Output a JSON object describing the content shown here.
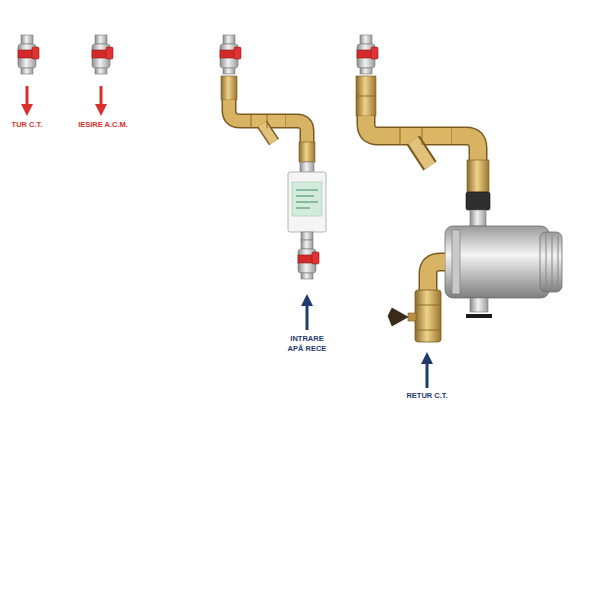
{
  "diagram": {
    "labels": [
      "TUR C.T.",
      "IESIRE A.C.M.",
      "INTRARE APĂ RECE",
      "RETUR C.T."
    ]
  }
}
